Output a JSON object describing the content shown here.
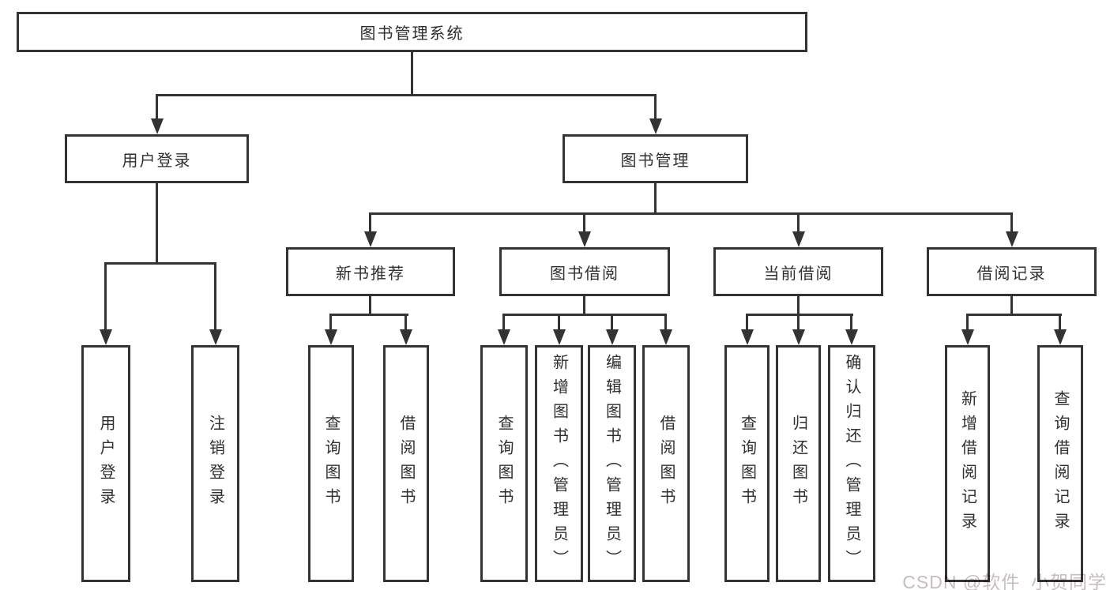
{
  "diagram": {
    "type": "tree",
    "colors": {
      "line": "#333333",
      "box_border": "#333333",
      "box_fill": "#ffffff",
      "text": "#2f2f2f",
      "watermark": "#c6bebe",
      "background": "#ffffff"
    }
  },
  "tree": {
    "label": "图书管理系统",
    "children": [
      {
        "label": "用户登录",
        "children": [
          {
            "label": "用户登录"
          },
          {
            "label": "注销登录"
          }
        ]
      },
      {
        "label": "图书管理",
        "children": [
          {
            "label": "新书推荐",
            "children": [
              {
                "label": "查询图书"
              },
              {
                "label": "借阅图书"
              }
            ]
          },
          {
            "label": "图书借阅",
            "children": [
              {
                "label": "查询图书"
              },
              {
                "label": "新增图书（管理员）"
              },
              {
                "label": "编辑图书（管理员）"
              },
              {
                "label": "借阅图书"
              }
            ]
          },
          {
            "label": "当前借阅",
            "children": [
              {
                "label": "查询图书"
              },
              {
                "label": "归还图书"
              },
              {
                "label": "确认归还（管理员）"
              }
            ]
          },
          {
            "label": "借阅记录",
            "children": [
              {
                "label": "新增借阅记录"
              },
              {
                "label": "查询借阅记录"
              }
            ]
          }
        ]
      }
    ]
  },
  "watermark": {
    "text": "CSDN @软件_小贺同学"
  }
}
